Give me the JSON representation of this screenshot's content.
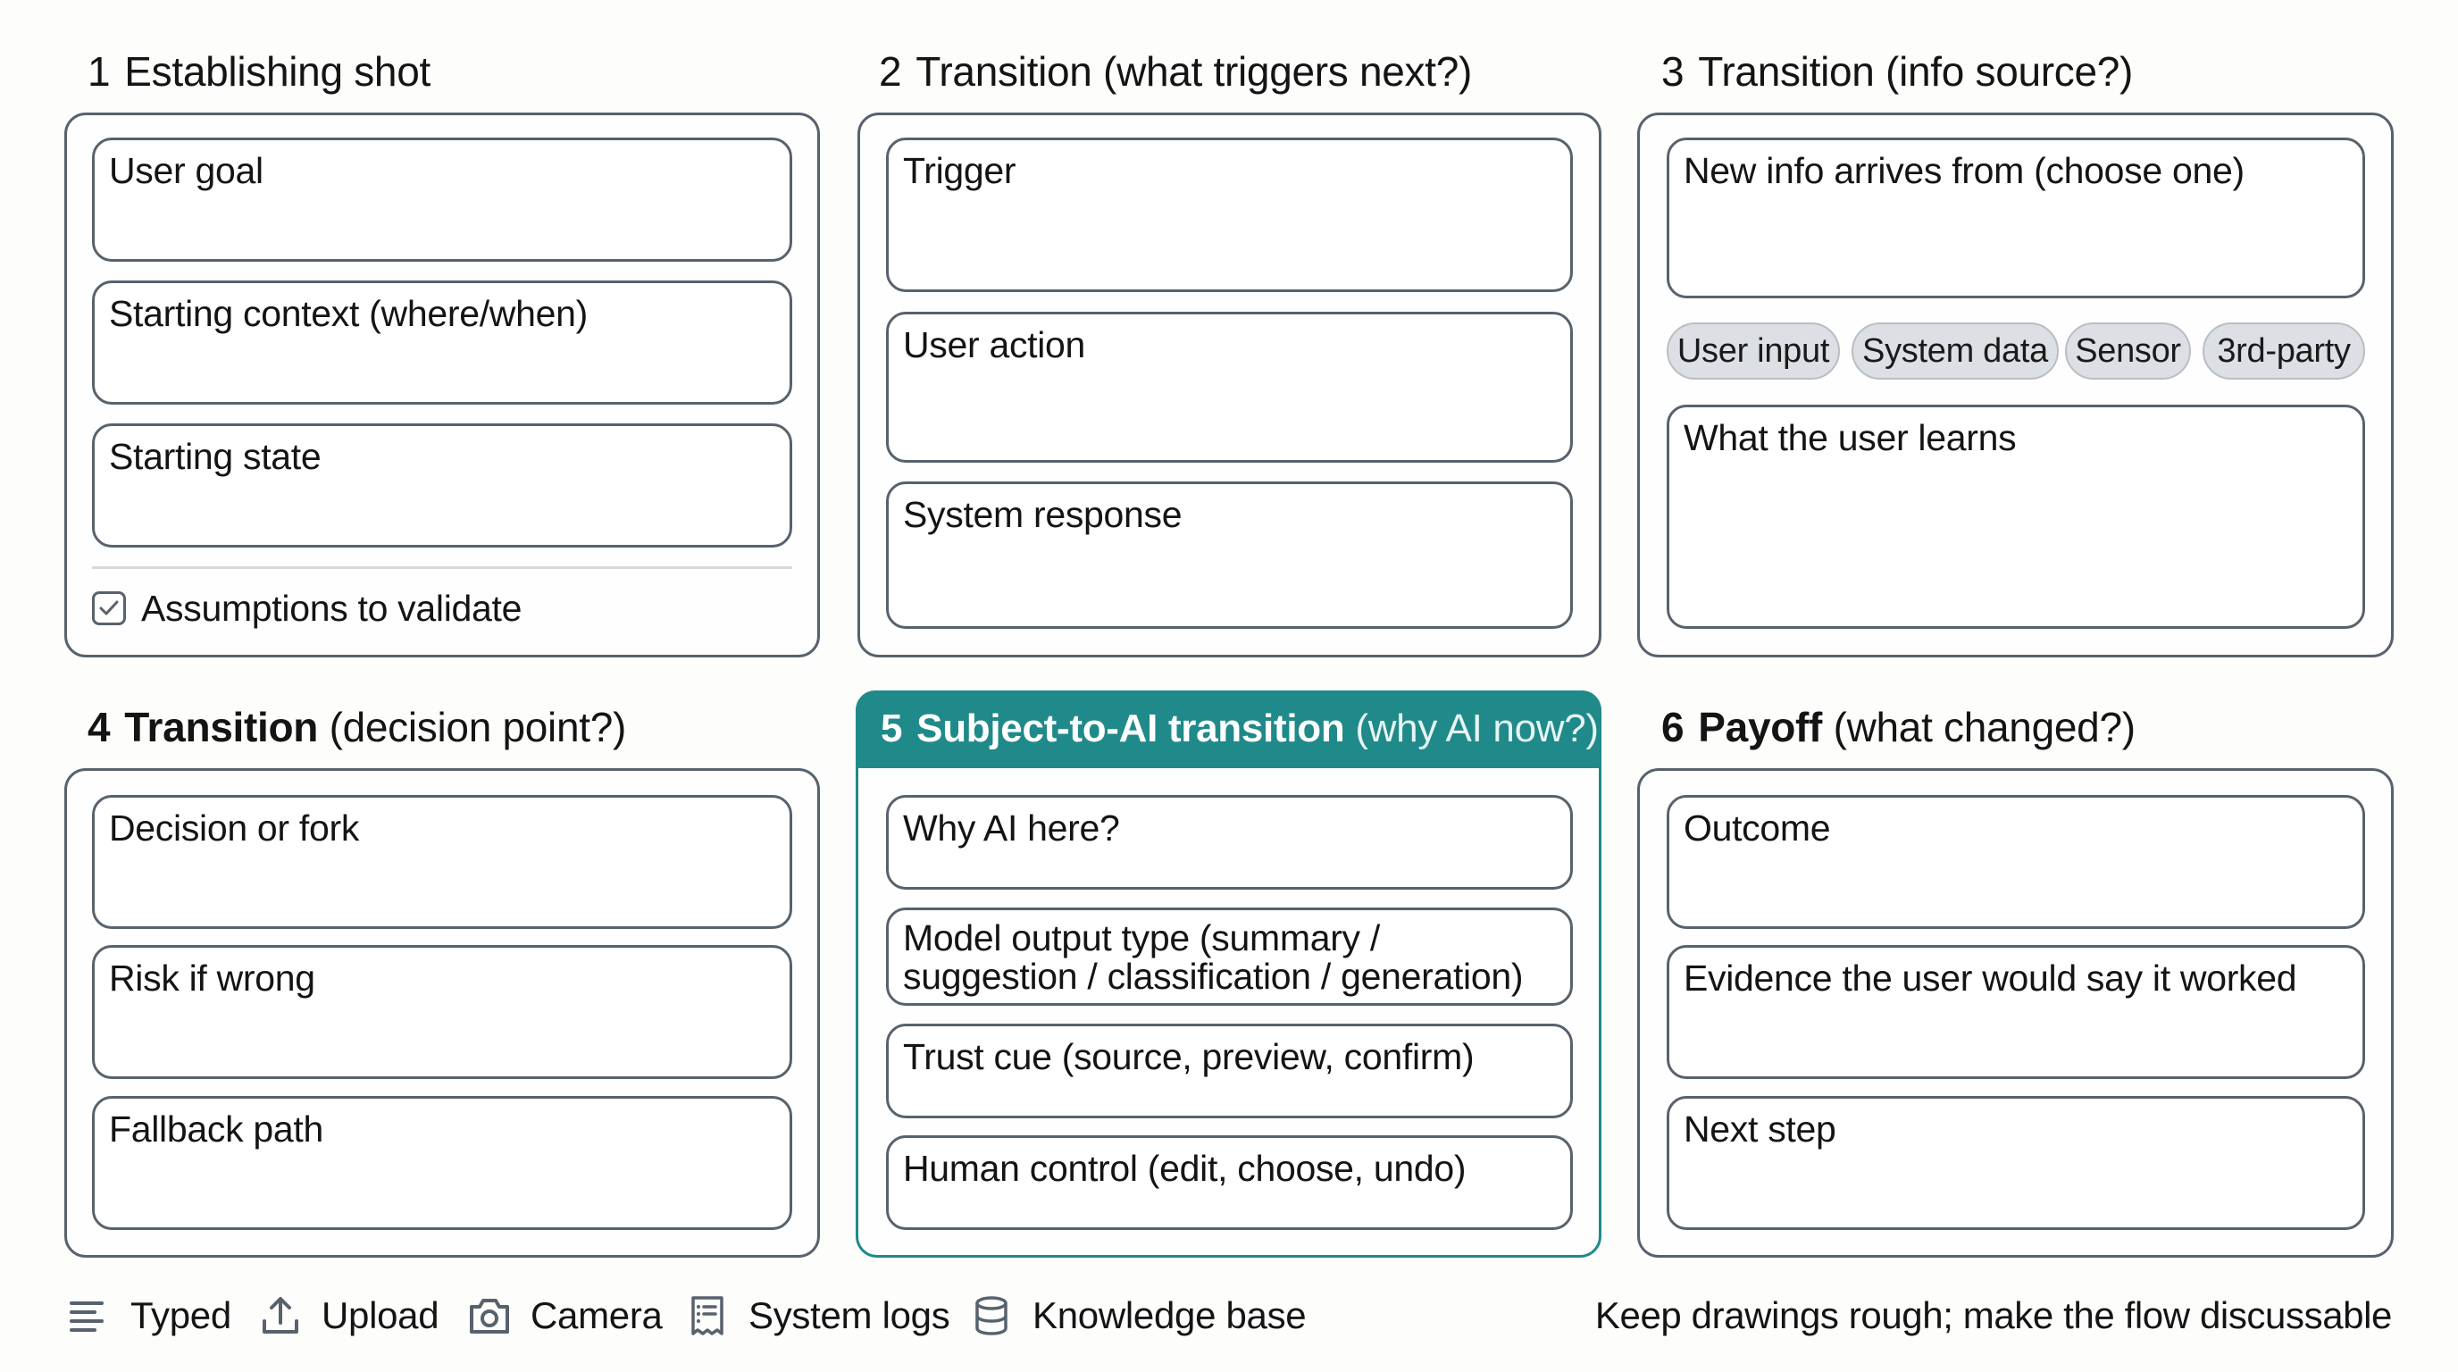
{
  "colors": {
    "border": "#58626d",
    "accent_teal": "#1f8a89",
    "pill_bg": "#dcdfe3",
    "text": "#141414"
  },
  "panels": [
    {
      "number": "1",
      "title": "Establishing shot",
      "title_suffix": "",
      "cards": [
        "User goal",
        "Starting context (where/when)",
        "Starting state"
      ],
      "checklist_item": "Assumptions to validate"
    },
    {
      "number": "2",
      "title": "Transition",
      "title_suffix": "(what triggers next?)",
      "cards": [
        "Trigger",
        "User action",
        "System response"
      ]
    },
    {
      "number": "3",
      "title": "Transition",
      "title_suffix": "(info source?)",
      "cards": [
        "New info arrives from (choose one)",
        "What the user learns"
      ],
      "source_options": [
        "User input",
        "System data",
        "Sensor",
        "3rd-party"
      ]
    },
    {
      "number": "4",
      "title": "Transition",
      "title_suffix": "(decision point?)",
      "cards": [
        "Decision or fork",
        "Risk if wrong",
        "Fallback path"
      ]
    },
    {
      "number": "5",
      "title": "Subject-to-AI transition",
      "title_suffix": "(why AI now?)",
      "highlighted": true,
      "cards": [
        "Why AI here?",
        "Model output type (summary / suggestion / classification / generation)",
        "Trust cue (source, preview, confirm)",
        "Human control (edit, choose, undo)"
      ]
    },
    {
      "number": "6",
      "title": "Payoff",
      "title_suffix": "(what changed?)",
      "cards": [
        "Outcome",
        "Evidence the user would say it worked",
        "Next step"
      ]
    }
  ],
  "input_methods": [
    {
      "label": "Typed",
      "icon": "lines-icon"
    },
    {
      "label": "Upload",
      "icon": "upload-icon"
    },
    {
      "label": "Camera",
      "icon": "camera-icon"
    },
    {
      "label": "System logs",
      "icon": "receipt-list-icon"
    },
    {
      "label": "Knowledge base",
      "icon": "database-icon"
    }
  ],
  "footer_note": "Keep drawings rough; make the flow discussable"
}
